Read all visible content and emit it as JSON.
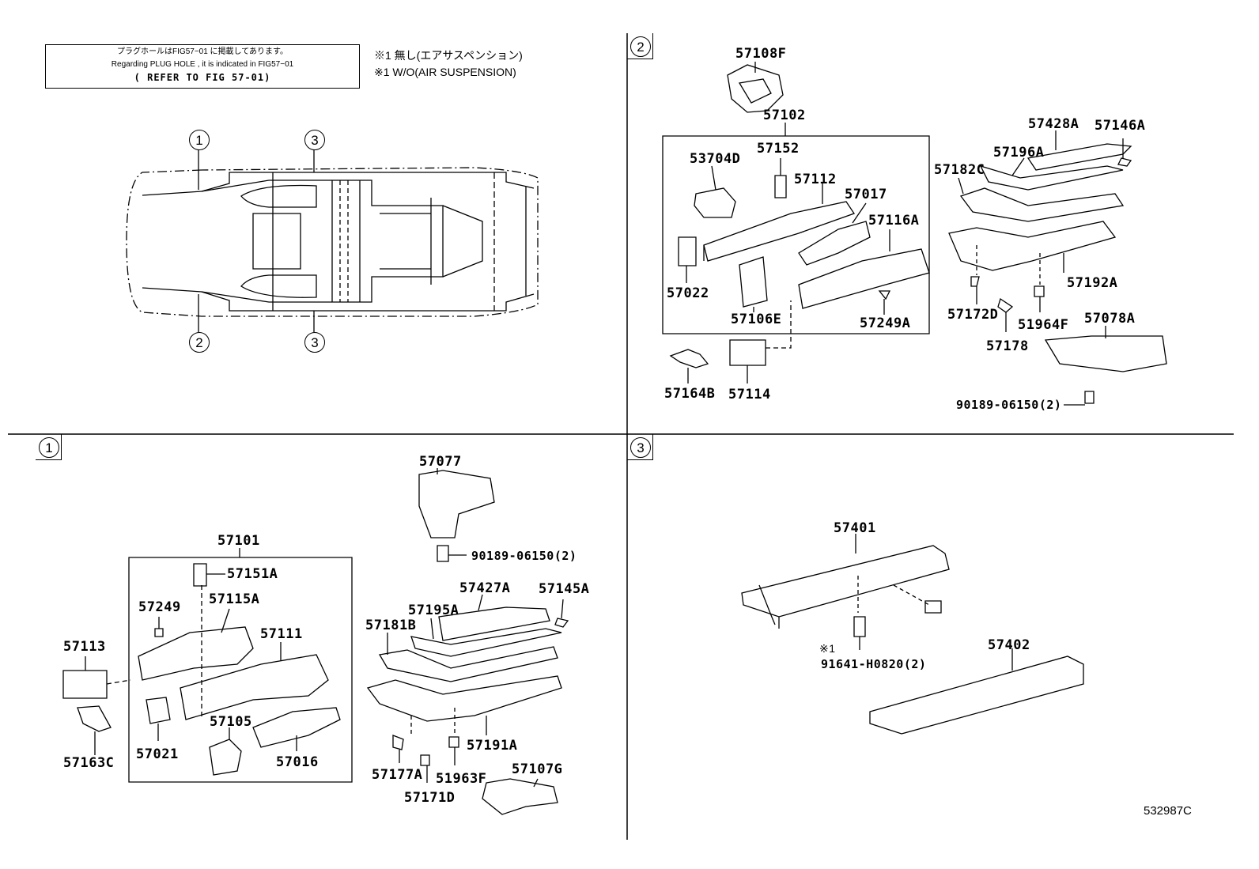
{
  "notes": {
    "plug_hole_jp": "プラグホールはFIG57−01 に掲載してあります。",
    "plug_hole_en": "Regarding PLUG HOLE , it is indicated in FIG57−01",
    "refer": "( REFER TO FIG 57-01)",
    "footnote_jp": "※1 無し(エアサスペンション)",
    "footnote_en": "※1 W/O(AIR SUSPENSION)"
  },
  "overview": {
    "labels": [
      "1",
      "3",
      "2",
      "3"
    ]
  },
  "quadrants": {
    "q1": "1",
    "q2": "2",
    "q3": "3"
  },
  "q2_parts": {
    "p57108F": "57108F",
    "p57102": "57102",
    "p57152": "57152",
    "p53704D": "53704D",
    "p57112": "57112",
    "p57017": "57017",
    "p57116A": "57116A",
    "p57022": "57022",
    "p57106E": "57106E",
    "p57249A": "57249A",
    "p57164B": "57164B",
    "p57114": "57114",
    "p57428A": "57428A",
    "p57146A": "57146A",
    "p57196A": "57196A",
    "p57182C": "57182C",
    "p57192A": "57192A",
    "p57172D": "57172D",
    "p51964F": "51964F",
    "p57078A": "57078A",
    "p57178": "57178",
    "p9018906150": "90189-06150(2)"
  },
  "q1_parts": {
    "p57077": "57077",
    "p9018906150": "90189-06150(2)",
    "p57101": "57101",
    "p57151A": "57151A",
    "p57249": "57249",
    "p57115A": "57115A",
    "p57111": "57111",
    "p57113": "57113",
    "p57105": "57105",
    "p57021": "57021",
    "p57016": "57016",
    "p57163C": "57163C",
    "p57427A": "57427A",
    "p57145A": "57145A",
    "p57195A": "57195A",
    "p57181B": "57181B",
    "p57191A": "57191A",
    "p57177A": "57177A",
    "p51963F": "51963F",
    "p57171D": "57171D",
    "p57107G": "57107G"
  },
  "q3_parts": {
    "p57401": "57401",
    "p57402": "57402",
    "footnote_mark": "※1",
    "p91641H0820": "91641-H0820(2)"
  },
  "figure_id": "532987C"
}
